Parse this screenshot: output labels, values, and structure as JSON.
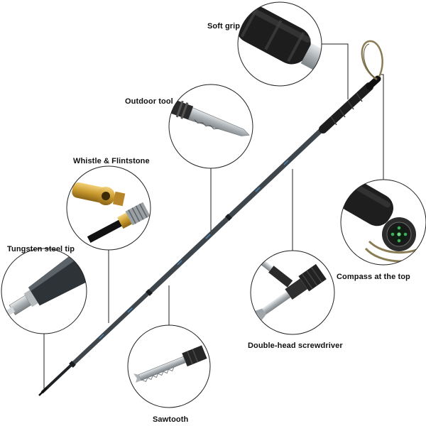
{
  "labels": {
    "soft_grip": "Soft grip",
    "outdoor_tool": "Outdoor tool",
    "whistle_flintstone": "Whistle & Flintstone",
    "tungsten_tip": "Tungsten steel tip",
    "compass_top": "Compass at the top",
    "screwdriver": "Double-head screwdriver",
    "sawtooth": "Sawtooth"
  },
  "colors": {
    "background": "#ffffff",
    "pole": "#4a5258",
    "grip": "#1e1e1e",
    "brass": "#c99a2e",
    "lanyard": "#8a7d55",
    "compass_green": "#3fae5a",
    "leader_line": "#222222"
  }
}
